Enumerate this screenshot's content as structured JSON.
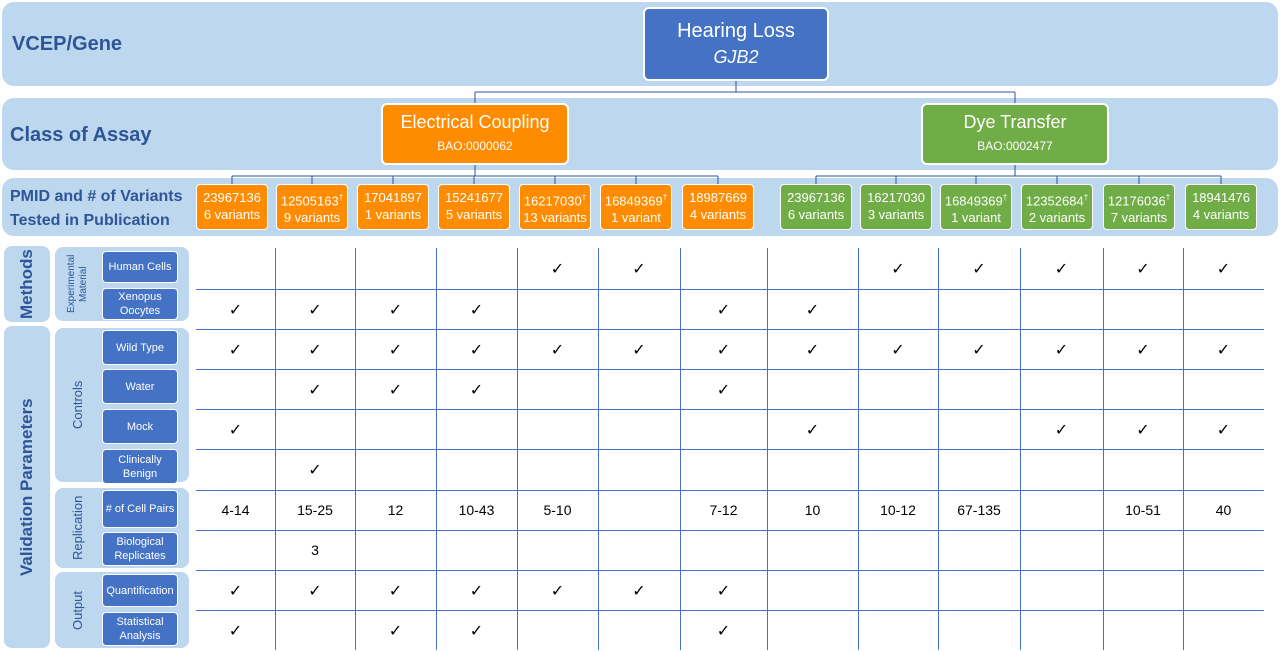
{
  "rows_labels": {
    "vcep_gene": "VCEP/Gene",
    "class_of_assay": "Class of Assay",
    "pmid_line1": "PMID and # of Variants",
    "pmid_line2": "Tested in Publication"
  },
  "root": {
    "title": "Hearing Loss",
    "gene": "GJB2"
  },
  "assays": [
    {
      "name": "Electrical Coupling",
      "bao": "BAO:0000062",
      "color": "#ff8c00"
    },
    {
      "name": "Dye Transfer",
      "bao": "BAO:0002477",
      "color": "#70ad47"
    }
  ],
  "publications": [
    {
      "pmid": "23967136",
      "mark": "",
      "variants": "6 variants",
      "assay": 0
    },
    {
      "pmid": "12505163",
      "mark": "†",
      "variants": "9 variants",
      "assay": 0
    },
    {
      "pmid": "17041897",
      "mark": "",
      "variants": "1 variants",
      "assay": 0
    },
    {
      "pmid": "15241677",
      "mark": "",
      "variants": "5 variants",
      "assay": 0
    },
    {
      "pmid": "16217030",
      "mark": "†",
      "variants": "13 variants",
      "assay": 0
    },
    {
      "pmid": "16849369",
      "mark": "†",
      "variants": "1 variant",
      "assay": 0
    },
    {
      "pmid": "18987669",
      "mark": "",
      "variants": "4 variants",
      "assay": 0
    },
    {
      "pmid": "23967136",
      "mark": "",
      "variants": "6 variants",
      "assay": 1
    },
    {
      "pmid": "16217030",
      "mark": "",
      "variants": "3 variants",
      "assay": 1
    },
    {
      "pmid": "16849369",
      "mark": "†",
      "variants": "1 variant",
      "assay": 1
    },
    {
      "pmid": "12352684",
      "mark": "†",
      "variants": "2 variants",
      "assay": 1
    },
    {
      "pmid": "12176036",
      "mark": "†",
      "variants": "7 variants",
      "assay": 1
    },
    {
      "pmid": "18941476",
      "mark": "",
      "variants": "4 variants",
      "assay": 1
    }
  ],
  "groups": [
    {
      "name": "Methods",
      "rows": [
        0,
        1
      ]
    },
    {
      "name": "Validation Parameters",
      "rows": [
        2,
        11
      ]
    }
  ],
  "subgroups": [
    {
      "name": "Experimental Material",
      "rows": [
        0,
        1
      ]
    },
    {
      "name": "Controls",
      "rows": [
        2,
        5
      ]
    },
    {
      "name": "Replication",
      "rows": [
        6,
        7
      ]
    },
    {
      "name": "Output",
      "rows": [
        8,
        9
      ]
    }
  ],
  "parameters": [
    "Human Cells",
    "Xenopus Oocytes",
    "Wild Type",
    "Water",
    "Mock",
    "Clinically Benign",
    "# of Cell Pairs",
    "Biological Replicates",
    "Quantification",
    "Statistical Analysis"
  ],
  "check_symbol": "✓",
  "table": [
    [
      "",
      "",
      "",
      "",
      "✓",
      "✓",
      "",
      "",
      "✓",
      "✓",
      "✓",
      "✓",
      "✓"
    ],
    [
      "✓",
      "✓",
      "✓",
      "✓",
      "",
      "",
      "✓",
      "✓",
      "",
      "",
      "",
      "",
      ""
    ],
    [
      "✓",
      "✓",
      "✓",
      "✓",
      "✓",
      "✓",
      "✓",
      "✓",
      "✓",
      "✓",
      "✓",
      "✓",
      "✓"
    ],
    [
      "",
      "✓",
      "✓",
      "✓",
      "",
      "",
      "✓",
      "",
      "",
      "",
      "",
      "",
      ""
    ],
    [
      "✓",
      "",
      "",
      "",
      "",
      "",
      "",
      "✓",
      "",
      "",
      "✓",
      "✓",
      "✓"
    ],
    [
      "",
      "✓",
      "",
      "",
      "",
      "",
      "",
      "",
      "",
      "",
      "",
      "",
      ""
    ],
    [
      "4-14",
      "15-25",
      "12",
      "10-43",
      "5-10",
      "",
      "7-12",
      "10",
      "10-12",
      "67-135",
      "",
      "10-51",
      "40"
    ],
    [
      "",
      "3",
      "",
      "",
      "",
      "",
      "",
      "",
      "",
      "",
      "",
      "",
      ""
    ],
    [
      "✓",
      "✓",
      "✓",
      "✓",
      "✓",
      "✓",
      "✓",
      "",
      "",
      "",
      "",
      "",
      ""
    ],
    [
      "✓",
      "",
      "✓",
      "✓",
      "",
      "",
      "✓",
      "",
      "",
      "",
      "",
      "",
      ""
    ]
  ]
}
